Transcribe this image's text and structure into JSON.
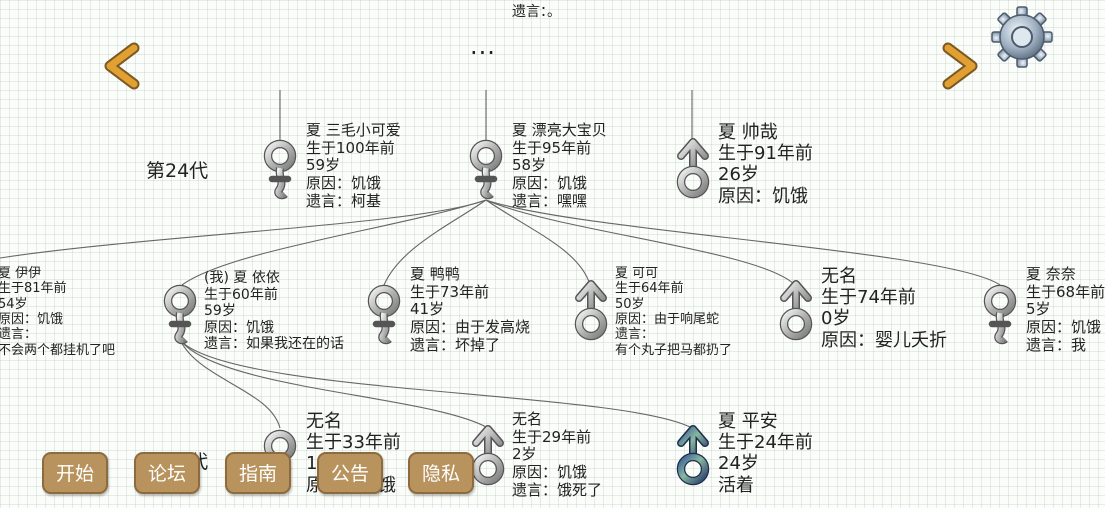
{
  "top_will": "遗言：。",
  "ellipsis": "...",
  "generations": {
    "gen24": "第24代",
    "gen_bottom": "第26代"
  },
  "gen24_members": [
    {
      "name": "夏 三毛小可爱",
      "born": "生于100年前",
      "age": "59岁",
      "cause": "原因：饥饿",
      "will": "遗言：柯基",
      "gender": "female"
    },
    {
      "name": "夏 漂亮大宝贝",
      "born": "生于95年前",
      "age": "58岁",
      "cause": "原因：饥饿",
      "will": "遗言：嘿嘿",
      "gender": "female"
    },
    {
      "name": "夏 帅哉",
      "born": "生于91年前",
      "age": "26岁",
      "cause": "原因：饥饿",
      "gender": "male"
    }
  ],
  "gen25_members": [
    {
      "name": "夏 伊伊",
      "born": "生于81年前",
      "age": "54岁",
      "cause": "原因：饥饿",
      "will_label": "遗言：",
      "will": "不会两个都挂机了吧",
      "gender": "female"
    },
    {
      "name": "(我) 夏 依依",
      "born": "生于60年前",
      "age": "59岁",
      "cause": "原因：饥饿",
      "will": "遗言：如果我还在的话",
      "gender": "female"
    },
    {
      "name": "夏 鸭鸭",
      "born": "生于73年前",
      "age": "41岁",
      "cause": "原因：由于发高烧",
      "will": "遗言：坏掉了",
      "gender": "female"
    },
    {
      "name": "夏 可可",
      "born": "生于64年前",
      "age": "50岁",
      "cause": "原因：由于响尾蛇",
      "will_label": "遗言：",
      "will": "有个丸子把马都扔了",
      "gender": "male"
    },
    {
      "name": "无名",
      "born": "生于74年前",
      "age": "0岁",
      "cause": "原因：婴儿夭折",
      "gender": "male"
    },
    {
      "name": "夏 奈奈",
      "born": "生于68年前",
      "age": "5岁",
      "cause": "原因：饥饿",
      "will": "遗言：我",
      "gender": "female"
    }
  ],
  "gen26_members": [
    {
      "name": "无名",
      "born": "生于33年前",
      "age": "1岁",
      "cause": "原因：饥饿",
      "gender": "female"
    },
    {
      "name": "无名",
      "born": "生于29年前",
      "age": "2岁",
      "cause": "原因：饥饿",
      "will": "遗言：饿死了",
      "gender": "male"
    },
    {
      "name": "夏 平安",
      "born": "生于24年前",
      "age": "24岁",
      "status": "活着",
      "gender": "male",
      "alive": true
    }
  ],
  "buttons": {
    "start": "开始",
    "forum": "论坛",
    "guide": "指南",
    "notice": "公告",
    "privacy": "隐私"
  },
  "colors": {
    "button_bg": "#b9935e",
    "button_border": "#8d6b3c",
    "arrow": "#e2a033",
    "symbol": "#b7b7b7",
    "alive_symbol": "#4a6fa0"
  },
  "icons": {
    "prev": "chevron-left-icon",
    "next": "chevron-right-icon",
    "settings": "gear-icon",
    "female": "female-symbol-icon",
    "male": "male-symbol-icon"
  }
}
